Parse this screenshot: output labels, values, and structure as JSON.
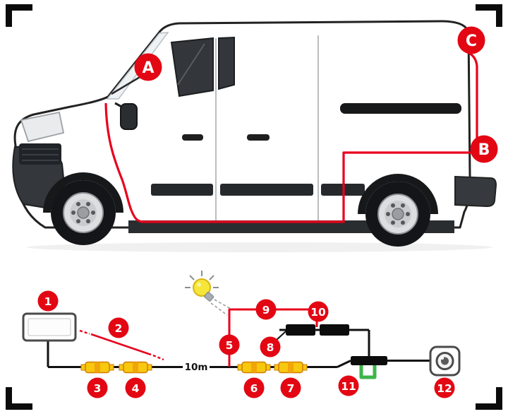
{
  "colors": {
    "marker_red": "#e30613",
    "route_red": "#e8001d",
    "rca_yellow": "#f8c80f",
    "rca_outline_orange": "#d07c00",
    "clip_green": "#3db54a",
    "van_trim_dark": "#2a2d30",
    "bulb_yellow": "#f6e63a"
  },
  "route_labels": {
    "a": "A",
    "b": "B",
    "c": "C"
  },
  "part_labels": {
    "p1": "1",
    "p2": "2",
    "p3": "3",
    "p4": "4",
    "p5": "5",
    "p6": "6",
    "p7": "7",
    "p8": "8",
    "p9": "9",
    "p10": "10",
    "p11": "11",
    "p12": "12"
  },
  "cable": {
    "length_label": "10m"
  },
  "icons": {
    "p1": "monitor",
    "p2": "power-tap-wire",
    "p3": "rca-connector",
    "p4": "rca-connector",
    "p5": "power-lead-junction",
    "p6": "rca-connector",
    "p7": "rca-connector",
    "p8": "splice-wire",
    "p9": "power-wire",
    "p10": "wire-splice-connectors",
    "p11": "camera-plug-with-clip",
    "p12": "rear-view-camera",
    "bulb": "reverse-light-bulb-icon"
  }
}
